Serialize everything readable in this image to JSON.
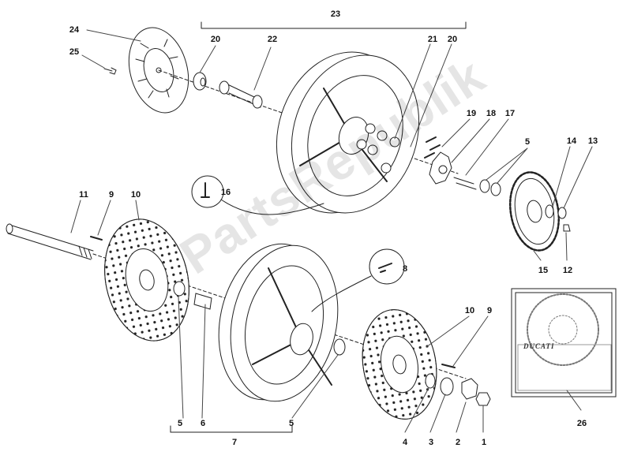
{
  "watermark": "PartsRepublik",
  "decal_text": "DUCATI",
  "callouts": [
    {
      "id": "c23",
      "text": "23"
    },
    {
      "id": "c24",
      "text": "24"
    },
    {
      "id": "c20a",
      "text": "20"
    },
    {
      "id": "c22",
      "text": "22"
    },
    {
      "id": "c21",
      "text": "21"
    },
    {
      "id": "c20b",
      "text": "20"
    },
    {
      "id": "c25",
      "text": "25"
    },
    {
      "id": "c19",
      "text": "19"
    },
    {
      "id": "c18",
      "text": "18"
    },
    {
      "id": "c17",
      "text": "17"
    },
    {
      "id": "c5a",
      "text": "5"
    },
    {
      "id": "c14",
      "text": "14"
    },
    {
      "id": "c13",
      "text": "13"
    },
    {
      "id": "c16",
      "text": "16"
    },
    {
      "id": "c11",
      "text": "11"
    },
    {
      "id": "c9a",
      "text": "9"
    },
    {
      "id": "c10a",
      "text": "10"
    },
    {
      "id": "c15",
      "text": "15"
    },
    {
      "id": "c12",
      "text": "12"
    },
    {
      "id": "c8",
      "text": "8"
    },
    {
      "id": "c10b",
      "text": "10"
    },
    {
      "id": "c9b",
      "text": "9"
    },
    {
      "id": "c26",
      "text": "26"
    },
    {
      "id": "c5b",
      "text": "5"
    },
    {
      "id": "c6",
      "text": "6"
    },
    {
      "id": "c5c",
      "text": "5"
    },
    {
      "id": "c7",
      "text": "7"
    },
    {
      "id": "c4",
      "text": "4"
    },
    {
      "id": "c3",
      "text": "3"
    },
    {
      "id": "c2",
      "text": "2"
    },
    {
      "id": "c1",
      "text": "1"
    }
  ]
}
